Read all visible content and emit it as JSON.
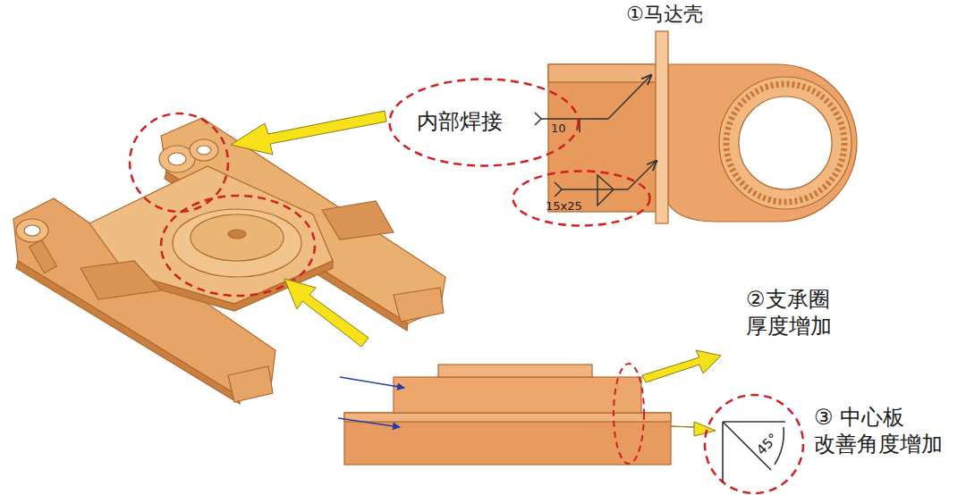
{
  "diagram": {
    "nodes": [
      {
        "text": [
          "内部焊接"
        ]
      },
      {
        "text": [
          "15x25"
        ]
      }
    ],
    "labels": [
      "①马达壳",
      "10",
      "②支承圈 厚度增加",
      "③ 中心板 改善角度增加",
      "45°"
    ]
  }
}
